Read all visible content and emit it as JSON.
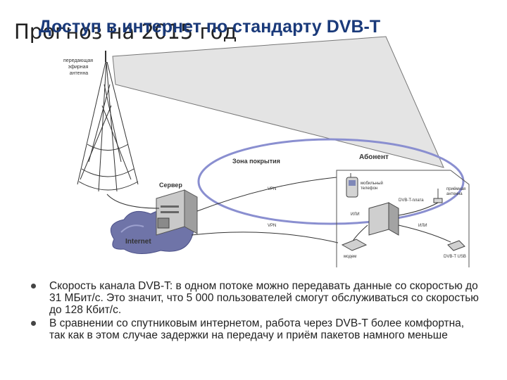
{
  "header": {
    "title_back": "Прогноз на 2015 год",
    "title_front": "Доступ в интернет по стандарту DVB-T"
  },
  "diagram": {
    "antenna_label": [
      "передающая",
      "эфирная",
      "антенна"
    ],
    "coverage_label": "Зона покрытия",
    "subscriber_label": "Абонент",
    "server_label": "Сервер",
    "internet_label": "Internet",
    "vpn_top": "VPN",
    "vpn_bottom": "VPN",
    "phone_label": [
      "мобильный",
      "телефон"
    ],
    "receiver_label": [
      "приёмная",
      "антенна"
    ],
    "dvbt_card_label": "DVB-T-плата",
    "or_left": "ИЛИ",
    "or_right": "ИЛИ",
    "modem_label": "модем",
    "dvbt_usb_label": "DVB-T USB"
  },
  "bullets": [
    "Скорость канала DVB-T: в одном потоке можно передавать данные со скоростью до 31 МБит/с. Это значит, что 5 000 пользователей смогут обслуживаться со скоростью до 128 Кбит/с.",
    "В сравнении со спутниковым интернетом, работа через DVB-T более комфортна, так как в этом случае задержки на передачу и приём пакетов намного меньше"
  ]
}
